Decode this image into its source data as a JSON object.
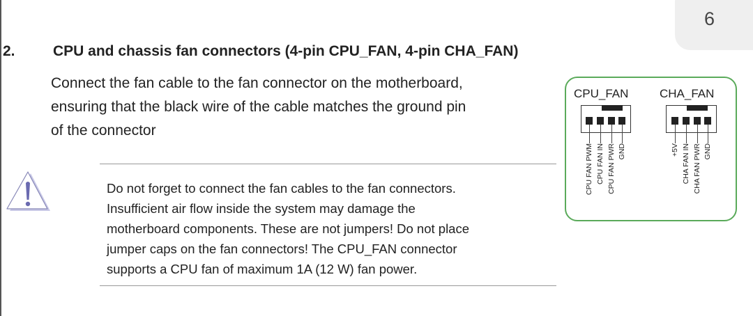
{
  "page_number": "6",
  "section": {
    "number": "2.",
    "heading": "CPU and chassis fan connectors (4-pin CPU_FAN, 4-pin CHA_FAN)",
    "body_lines": [
      "Connect the fan cable to the fan connector on the motherboard,",
      "ensuring that the black wire of the cable matches the ground pin",
      "of the connector"
    ]
  },
  "warning": {
    "icon": "warning-triangle-icon",
    "lines": [
      "Do not forget to connect the fan cables to the fan connectors.",
      "Insufficient air flow inside the system may damage the",
      "motherboard components. These are not jumpers! Do not place",
      "jumper caps on the fan connectors! The CPU_FAN connector",
      "supports a CPU fan of maximum 1A (12 W) fan power."
    ]
  },
  "diagram": {
    "border_color": "#5aaa5a",
    "cpu": {
      "title": "CPU_FAN",
      "pins": [
        "CPU FAN PWM",
        "CPU FAN IN",
        "CPU FAN PWR",
        "GND"
      ]
    },
    "cha": {
      "title": "CHA_FAN",
      "pins": [
        "+5V",
        "CHA FAN IN",
        "CHA FAN PWR",
        "GND"
      ]
    }
  }
}
